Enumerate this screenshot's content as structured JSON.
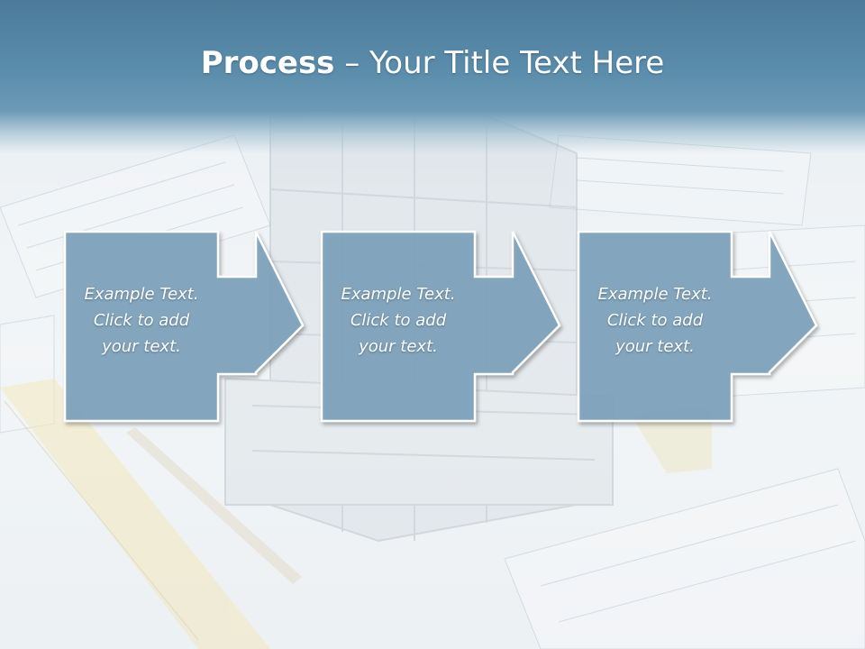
{
  "slide": {
    "title_bold": "Process",
    "title_rest": " – Your Title Text Here"
  },
  "steps": [
    {
      "line1": "Example Text.",
      "line2": "Click  to add",
      "line3": "your text."
    },
    {
      "line1": "Example Text.",
      "line2": "Click  to add",
      "line3": "your text."
    },
    {
      "line1": "Example Text.",
      "line2": "Click  to add",
      "line3": "your text."
    }
  ],
  "colors": {
    "header": "#5a8cab",
    "box_fill": "#7ea3bd",
    "box_border": "#ffffff",
    "text": "#ffffff"
  }
}
